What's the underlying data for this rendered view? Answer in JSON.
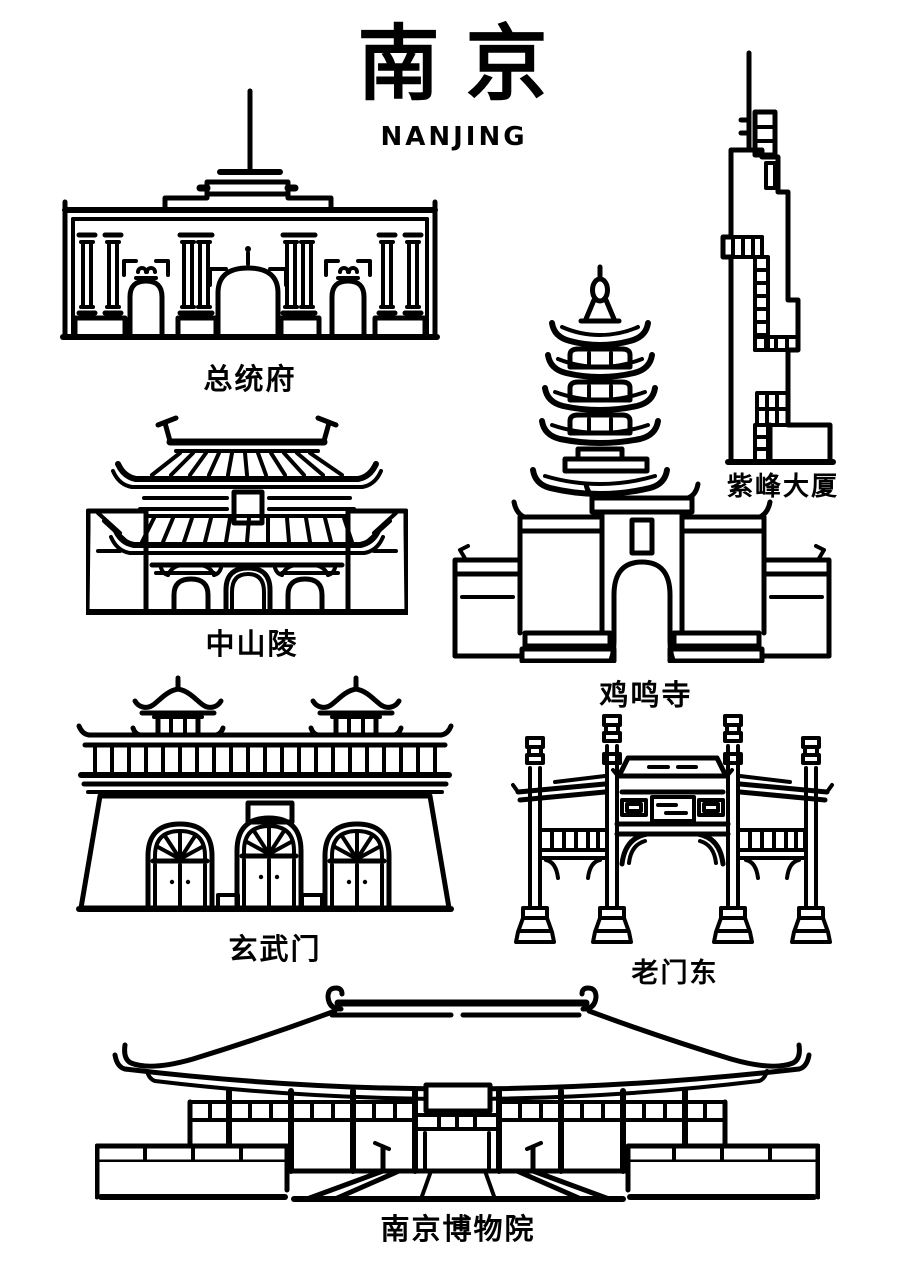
{
  "poster": {
    "title": "南京",
    "subtitle": "NANJING",
    "background_color": "#ffffff",
    "line_color": "#000000",
    "style": "black-and-white line-art landmark poster",
    "landmarks": [
      {
        "id": "presidential-palace",
        "label": "总统府"
      },
      {
        "id": "zifeng-tower",
        "label": "紫峰大厦"
      },
      {
        "id": "sun-yat-sen-mausoleum",
        "label": "中山陵"
      },
      {
        "id": "jiming-temple",
        "label": "鸡鸣寺"
      },
      {
        "id": "xuanwumen-gate",
        "label": "玄武门"
      },
      {
        "id": "laomendong",
        "label": "老门东"
      },
      {
        "id": "nanjing-museum",
        "label": "南京博物院"
      }
    ]
  }
}
